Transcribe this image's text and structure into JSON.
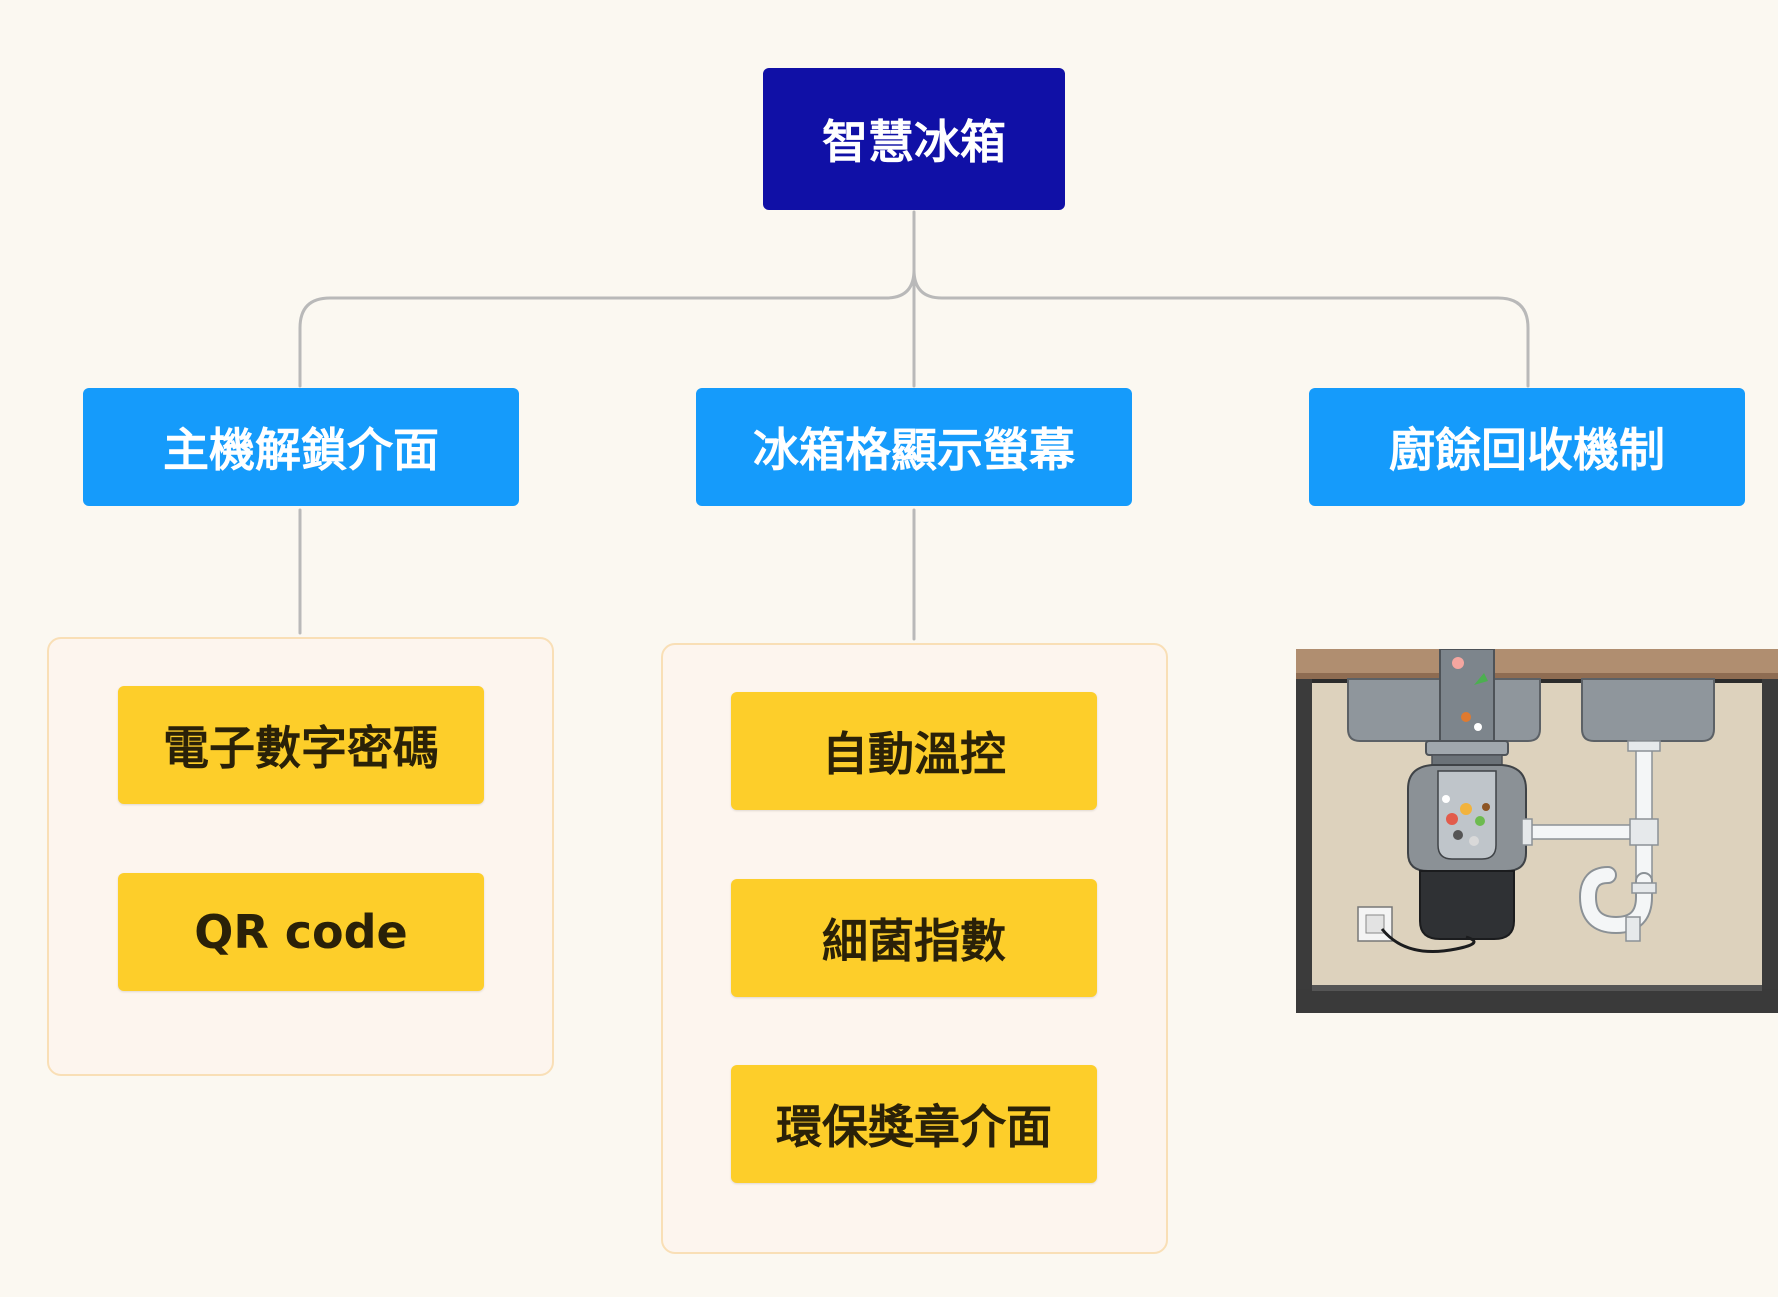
{
  "root": {
    "label": "智慧冰箱"
  },
  "branches": [
    {
      "label": "主機解鎖介面",
      "children": [
        "電子數字密碼",
        "QR code"
      ]
    },
    {
      "label": "冰箱格顯示螢幕",
      "children": [
        "自動溫控",
        "細菌指數",
        "環保獎章介面"
      ]
    },
    {
      "label": "廚餘回收機制",
      "children": []
    }
  ],
  "illustration": {
    "icon": "garbage-disposal-illustration"
  },
  "colors": {
    "background": "#fbf8f1",
    "root": "#1010a6",
    "branch": "#159bfb",
    "leaf": "#fdce2a",
    "group_fill": "#fdf5ee",
    "group_border": "#f9dfb6",
    "connector": "#b9b9b9"
  }
}
